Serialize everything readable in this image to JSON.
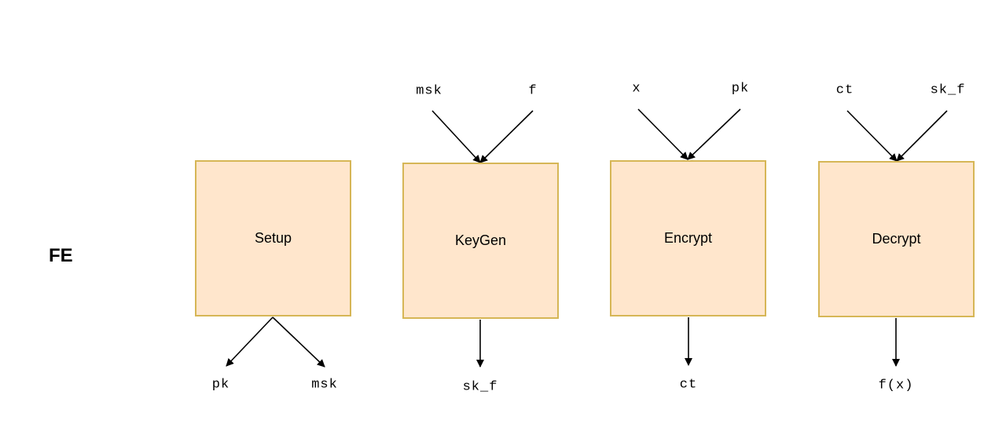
{
  "title": "FE",
  "boxes": [
    {
      "label": "Setup"
    },
    {
      "label": "KeyGen"
    },
    {
      "label": "Encrypt"
    },
    {
      "label": "Decrypt"
    }
  ],
  "setup": {
    "outputs": [
      "pk",
      "msk"
    ]
  },
  "keygen": {
    "inputs": [
      "msk",
      "f"
    ],
    "output": "sk_f"
  },
  "encrypt": {
    "inputs": [
      "x",
      "pk"
    ],
    "output": "ct"
  },
  "decrypt": {
    "inputs": [
      "ct",
      "sk_f"
    ],
    "output": "f(x)"
  },
  "colors": {
    "box_fill": "#ffe6cc",
    "box_border": "#d6b656",
    "arrow": "#000000"
  }
}
